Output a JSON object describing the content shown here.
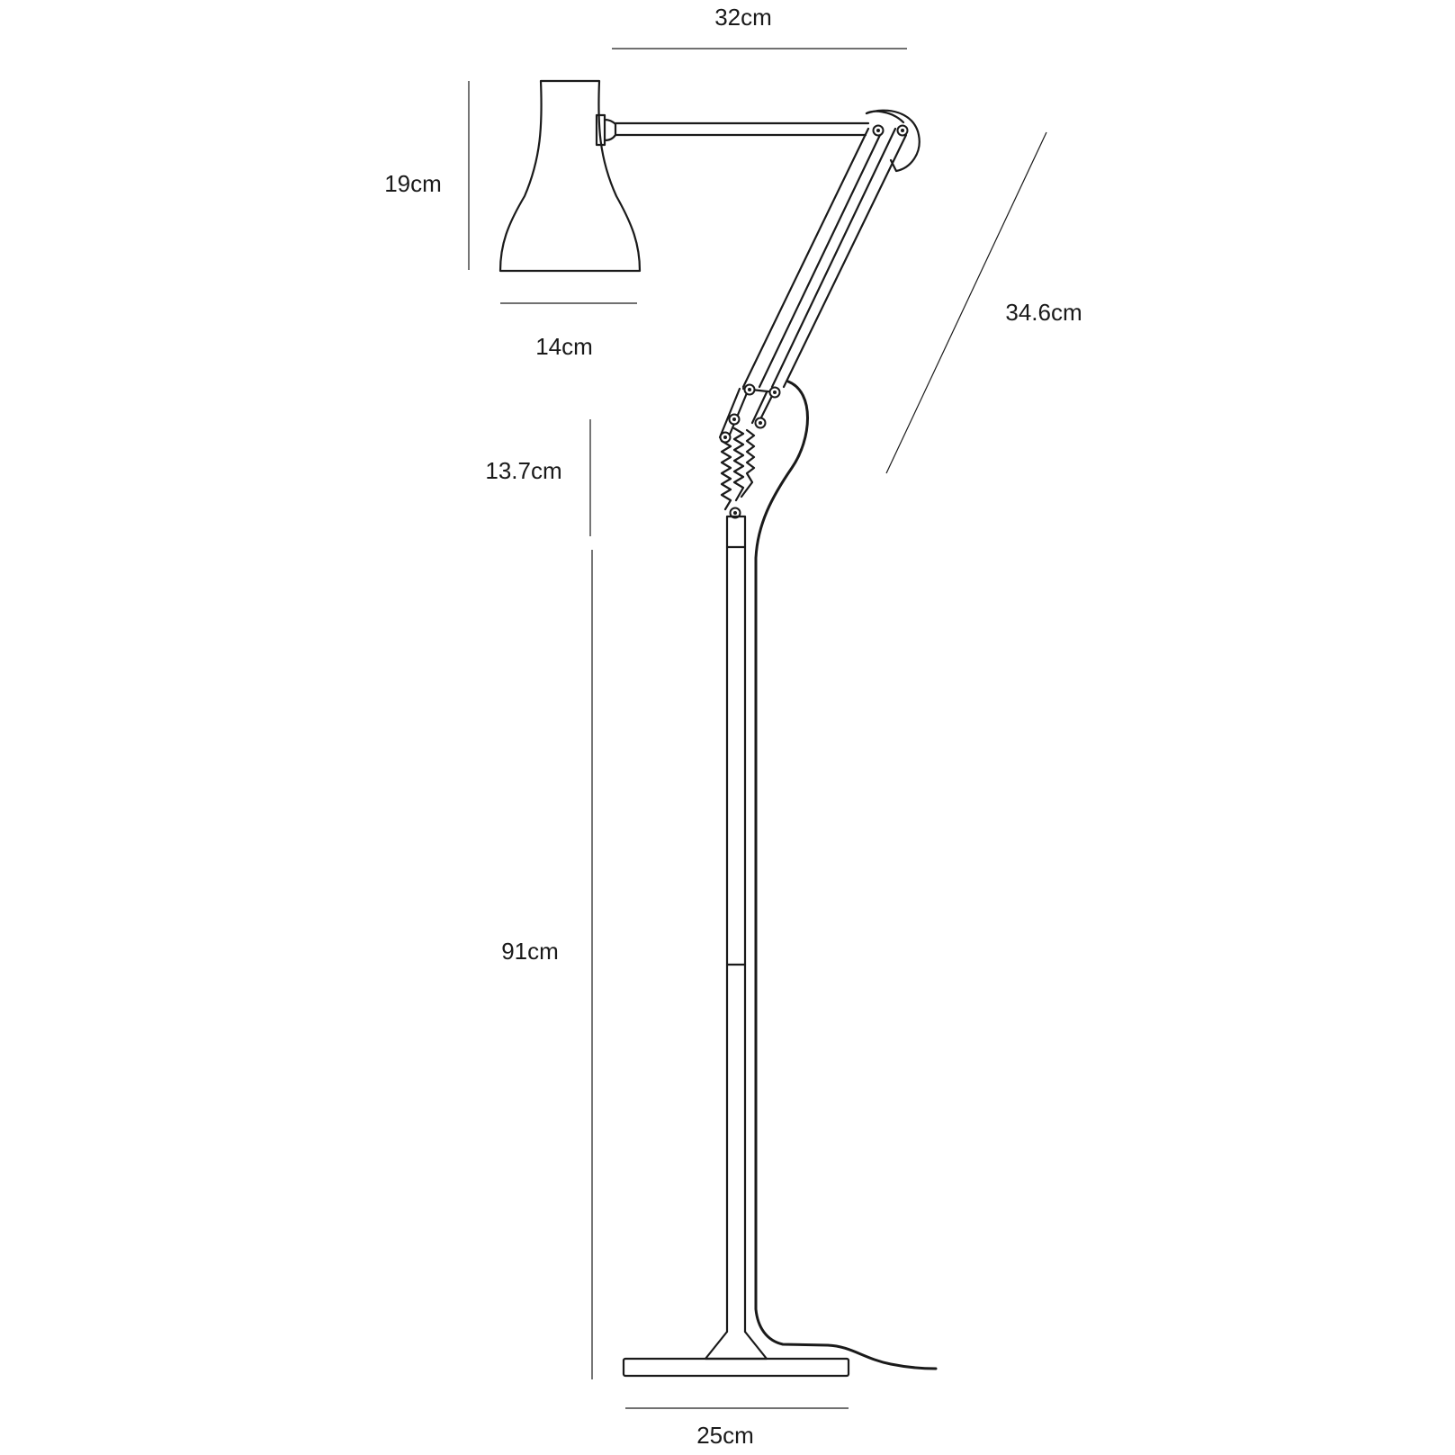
{
  "dimensions": {
    "arm_reach": "32cm",
    "shade_height": "19cm",
    "shade_width": "14cm",
    "upper_arm_length": "34.6cm",
    "lower_arm_height": "13.7cm",
    "stem_height": "91cm",
    "base_width": "25cm"
  },
  "colors": {
    "line": "#1a1a1a",
    "background": "#ffffff"
  }
}
